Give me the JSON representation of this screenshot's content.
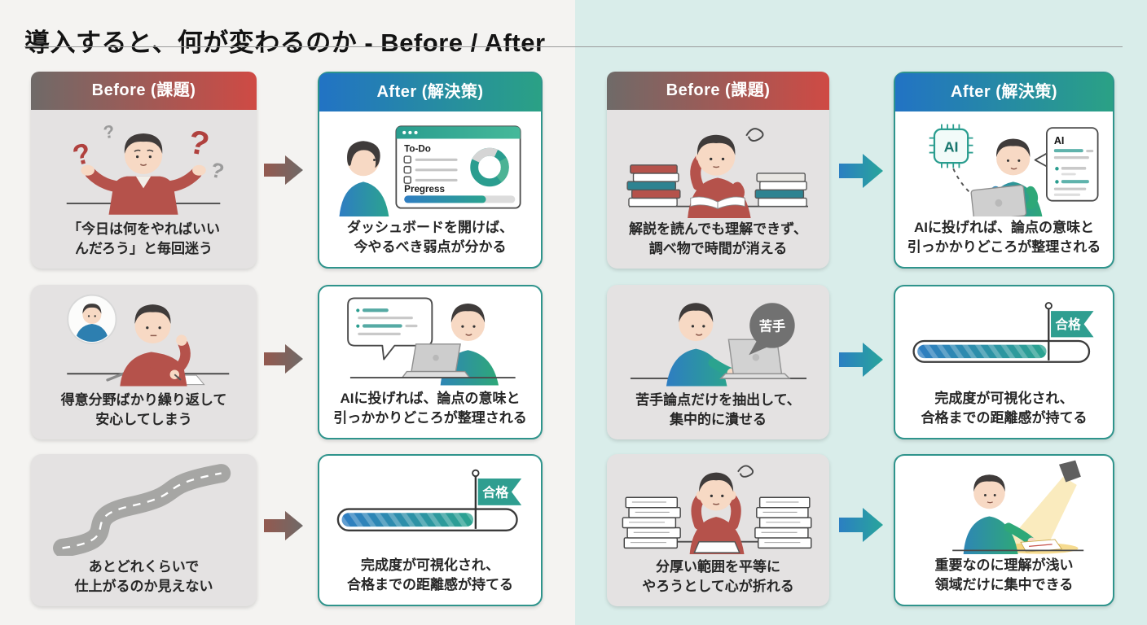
{
  "title": "導入すると、何が変わるのか - Before / After",
  "headers": {
    "before": "Before (課題)",
    "after": "After (解決策)"
  },
  "colors": {
    "before_header_gradient": [
      "#6f6a68",
      "#cf4a44"
    ],
    "after_header_gradient": [
      "#2273c4",
      "#2aa185"
    ],
    "after_card_border": "#2f948c",
    "before_card_bg": "#e4e2e2",
    "left_background": "#f4f3f1",
    "right_background": "#d9edea",
    "left_arrow_gradient": [
      "#93594f",
      "#6f6a68"
    ],
    "right_arrow_gradient": [
      "#2b7fc2",
      "#28a59b"
    ]
  },
  "groups": {
    "left": {
      "rows": [
        {
          "before": {
            "line1": "「今日は何をやればいい",
            "line2": "んだろう」と毎回迷う"
          },
          "after": {
            "line1": "ダッシュボードを開けば、",
            "line2": "今やるべき弱点が分かる"
          }
        },
        {
          "before": {
            "line1": "得意分野ばかり繰り返して",
            "line2": "安心してしまう"
          },
          "after": {
            "line1": "AIに投げれば、論点の意味と",
            "line2": "引っかかりどころが整理される"
          }
        },
        {
          "before": {
            "line1": "あとどれくらいで",
            "line2": "仕上がるのか見えない"
          },
          "after": {
            "line1": "完成度が可視化され、",
            "line2": "合格までの距離感が持てる"
          }
        }
      ]
    },
    "right": {
      "rows": [
        {
          "before": {
            "line1": "解説を読んでも理解できず、",
            "line2": "調べ物で時間が消える"
          },
          "after": {
            "line1": "AIに投げれば、論点の意味と",
            "line2": "引っかかりどころが整理される"
          }
        },
        {
          "before": {
            "line1": "苦手論点だけを抽出して、",
            "line2": "集中的に潰せる"
          },
          "after": {
            "line1": "完成度が可視化され、",
            "line2": "合格までの距離感が持てる"
          }
        },
        {
          "before": {
            "line1": "分厚い範囲を平等に",
            "line2": "やろうとして心が折れる"
          },
          "after": {
            "line1": "重要なのに理解が浅い",
            "line2": "領域だけに集中できる"
          }
        }
      ]
    }
  },
  "illustrations": {
    "question_mark": "?",
    "dashboard": {
      "todo_label": "To-Do",
      "progress_label": "Pregress"
    },
    "flag_label": "合格",
    "nigate_label": "苦手",
    "ai_chip_label": "AI",
    "ai_bubble_label": "AI"
  }
}
